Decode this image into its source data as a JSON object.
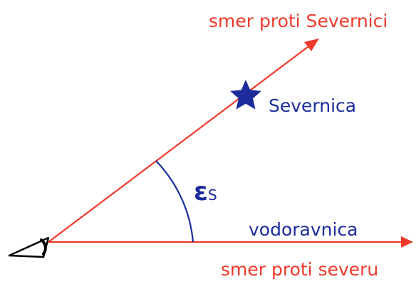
{
  "labels": {
    "pole_direction": "smer proti Severnici",
    "star_name": "Severnica",
    "angle_symbol": "ε",
    "angle_subscript": "S",
    "horizon": "vodoravnica",
    "north_direction": "smer proti severu"
  },
  "colors": {
    "direction_lines": "#f0392b",
    "annotations": "#1c2c9c",
    "observer": "#000000"
  },
  "icons": {
    "star": "star-icon",
    "observer": "eye-icon"
  }
}
